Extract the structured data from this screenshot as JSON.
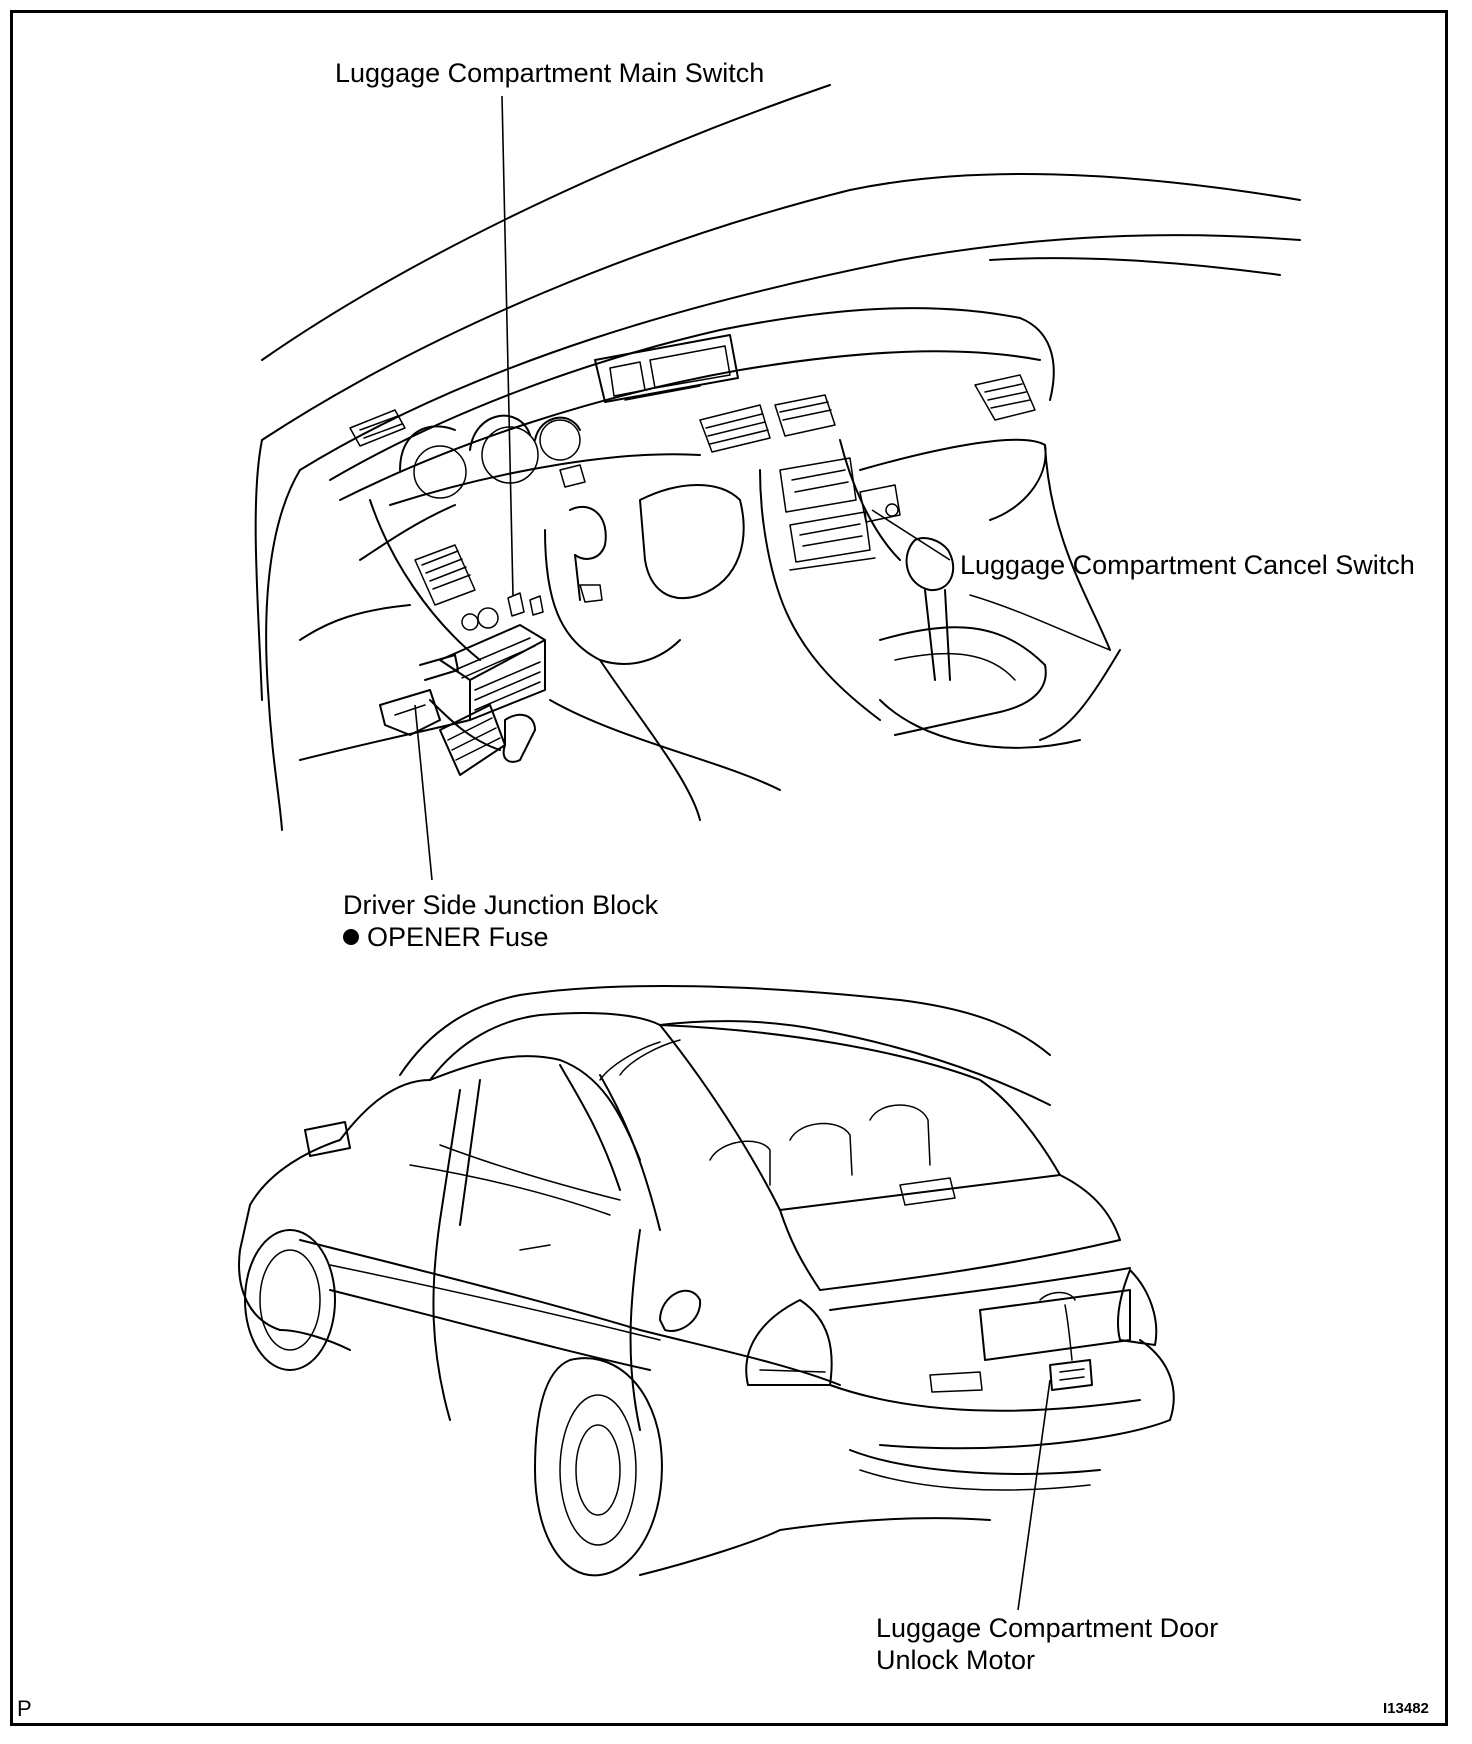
{
  "labels": {
    "main_switch": "Luggage Compartment Main Switch",
    "cancel_switch": "Luggage Compartment Cancel Switch",
    "junction_block": "Driver Side Junction Block",
    "opener_fuse": "OPENER Fuse",
    "unlock_motor_line1": "Luggage Compartment Door",
    "unlock_motor_line2": "Unlock Motor"
  },
  "corner": {
    "page_letter": "P",
    "figure_id": "I13482"
  },
  "icons": {
    "bullet": "filled-circle"
  }
}
